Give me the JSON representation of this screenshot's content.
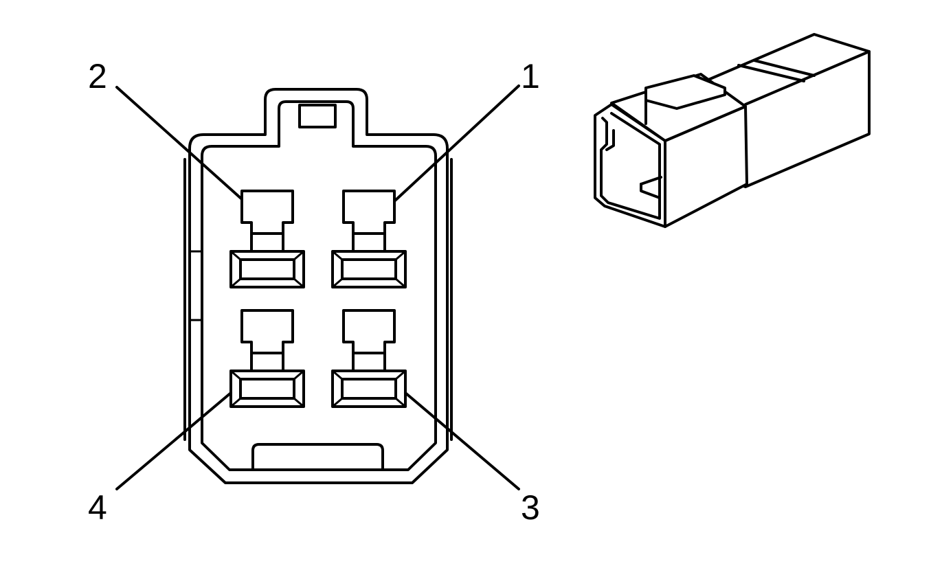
{
  "diagram": {
    "colors": {
      "line": "#000000",
      "background": "#ffffff"
    },
    "pins": [
      {
        "number": "1"
      },
      {
        "number": "2"
      },
      {
        "number": "3"
      },
      {
        "number": "4"
      }
    ]
  }
}
